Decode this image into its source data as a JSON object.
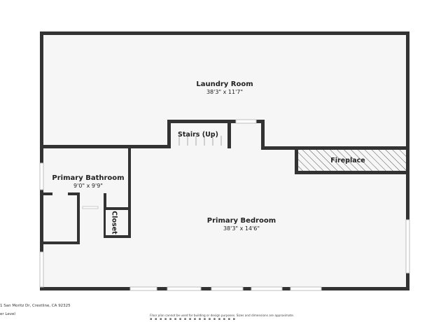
{
  "rooms": {
    "laundry": {
      "name": "Laundry Room",
      "dims": "38'3\" x 11'7\""
    },
    "stairs": {
      "name": "Stairs (Up)"
    },
    "fireplace": {
      "name": "Fireplace"
    },
    "bathroom": {
      "name": "Primary Bathroom",
      "dims": "9'0\" x 9'9\""
    },
    "closet": {
      "name": "Closet"
    },
    "bedroom": {
      "name": "Primary Bedroom",
      "dims": "38'3\" x 14'6\""
    }
  },
  "footer": {
    "address": "1 San Moritz Dr, Crestline, CA 92325",
    "level": "er Level",
    "disclaimer_lead": "Floor plan",
    "disclaimer_rest": " cannot be used for building or design purposes. Sizes and dimensions are approximate.",
    "dots": "▪ ▪ ▪ ▪ ▪ ▪ ▪ ▪ ▪ ▪ ▪ ▪ ▪ ▪ ▪ ▪ ▪ ▪"
  },
  "colors": {
    "wall": "#333333",
    "floor": "#f6f6f6",
    "window": "#bfbfbf",
    "hatch": "#555555"
  }
}
